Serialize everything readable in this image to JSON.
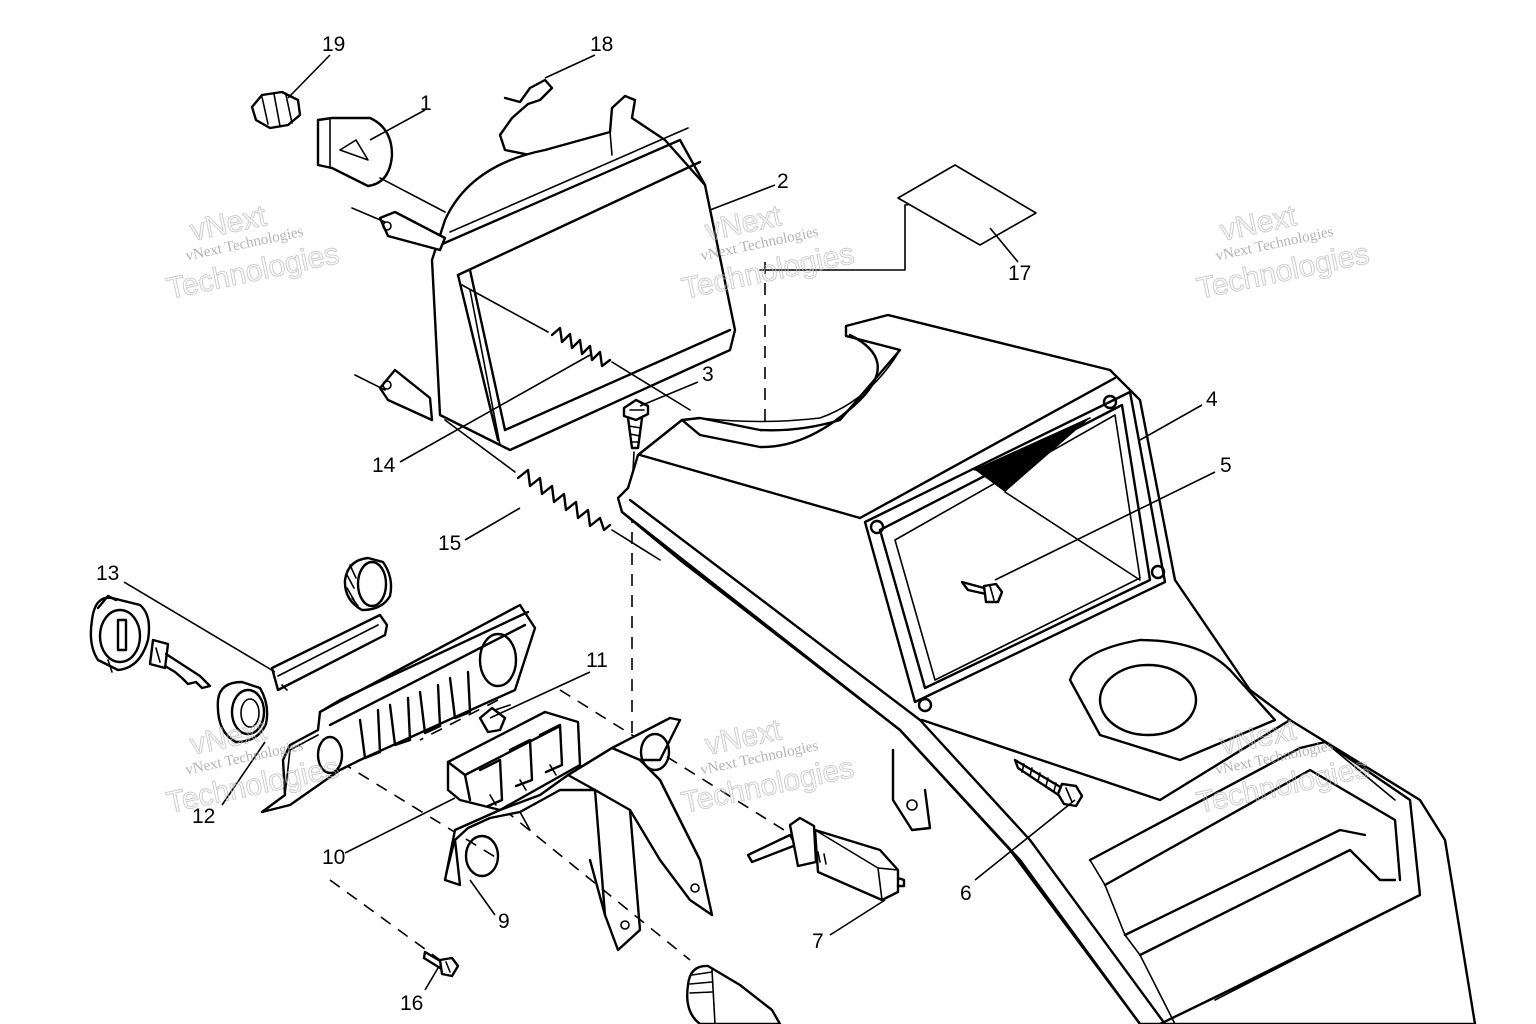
{
  "watermark": {
    "line1": "vNext",
    "line2": "vNext Technologies",
    "line3": "Technologies"
  },
  "callouts": [
    "1",
    "2",
    "3",
    "4",
    "5",
    "6",
    "7",
    "9",
    "10",
    "11",
    "12",
    "13",
    "14",
    "15",
    "16",
    "17",
    "18",
    "19"
  ],
  "colors": {
    "ink": "#000000",
    "paper": "#ffffff",
    "watermark": "#9a9a9a"
  }
}
